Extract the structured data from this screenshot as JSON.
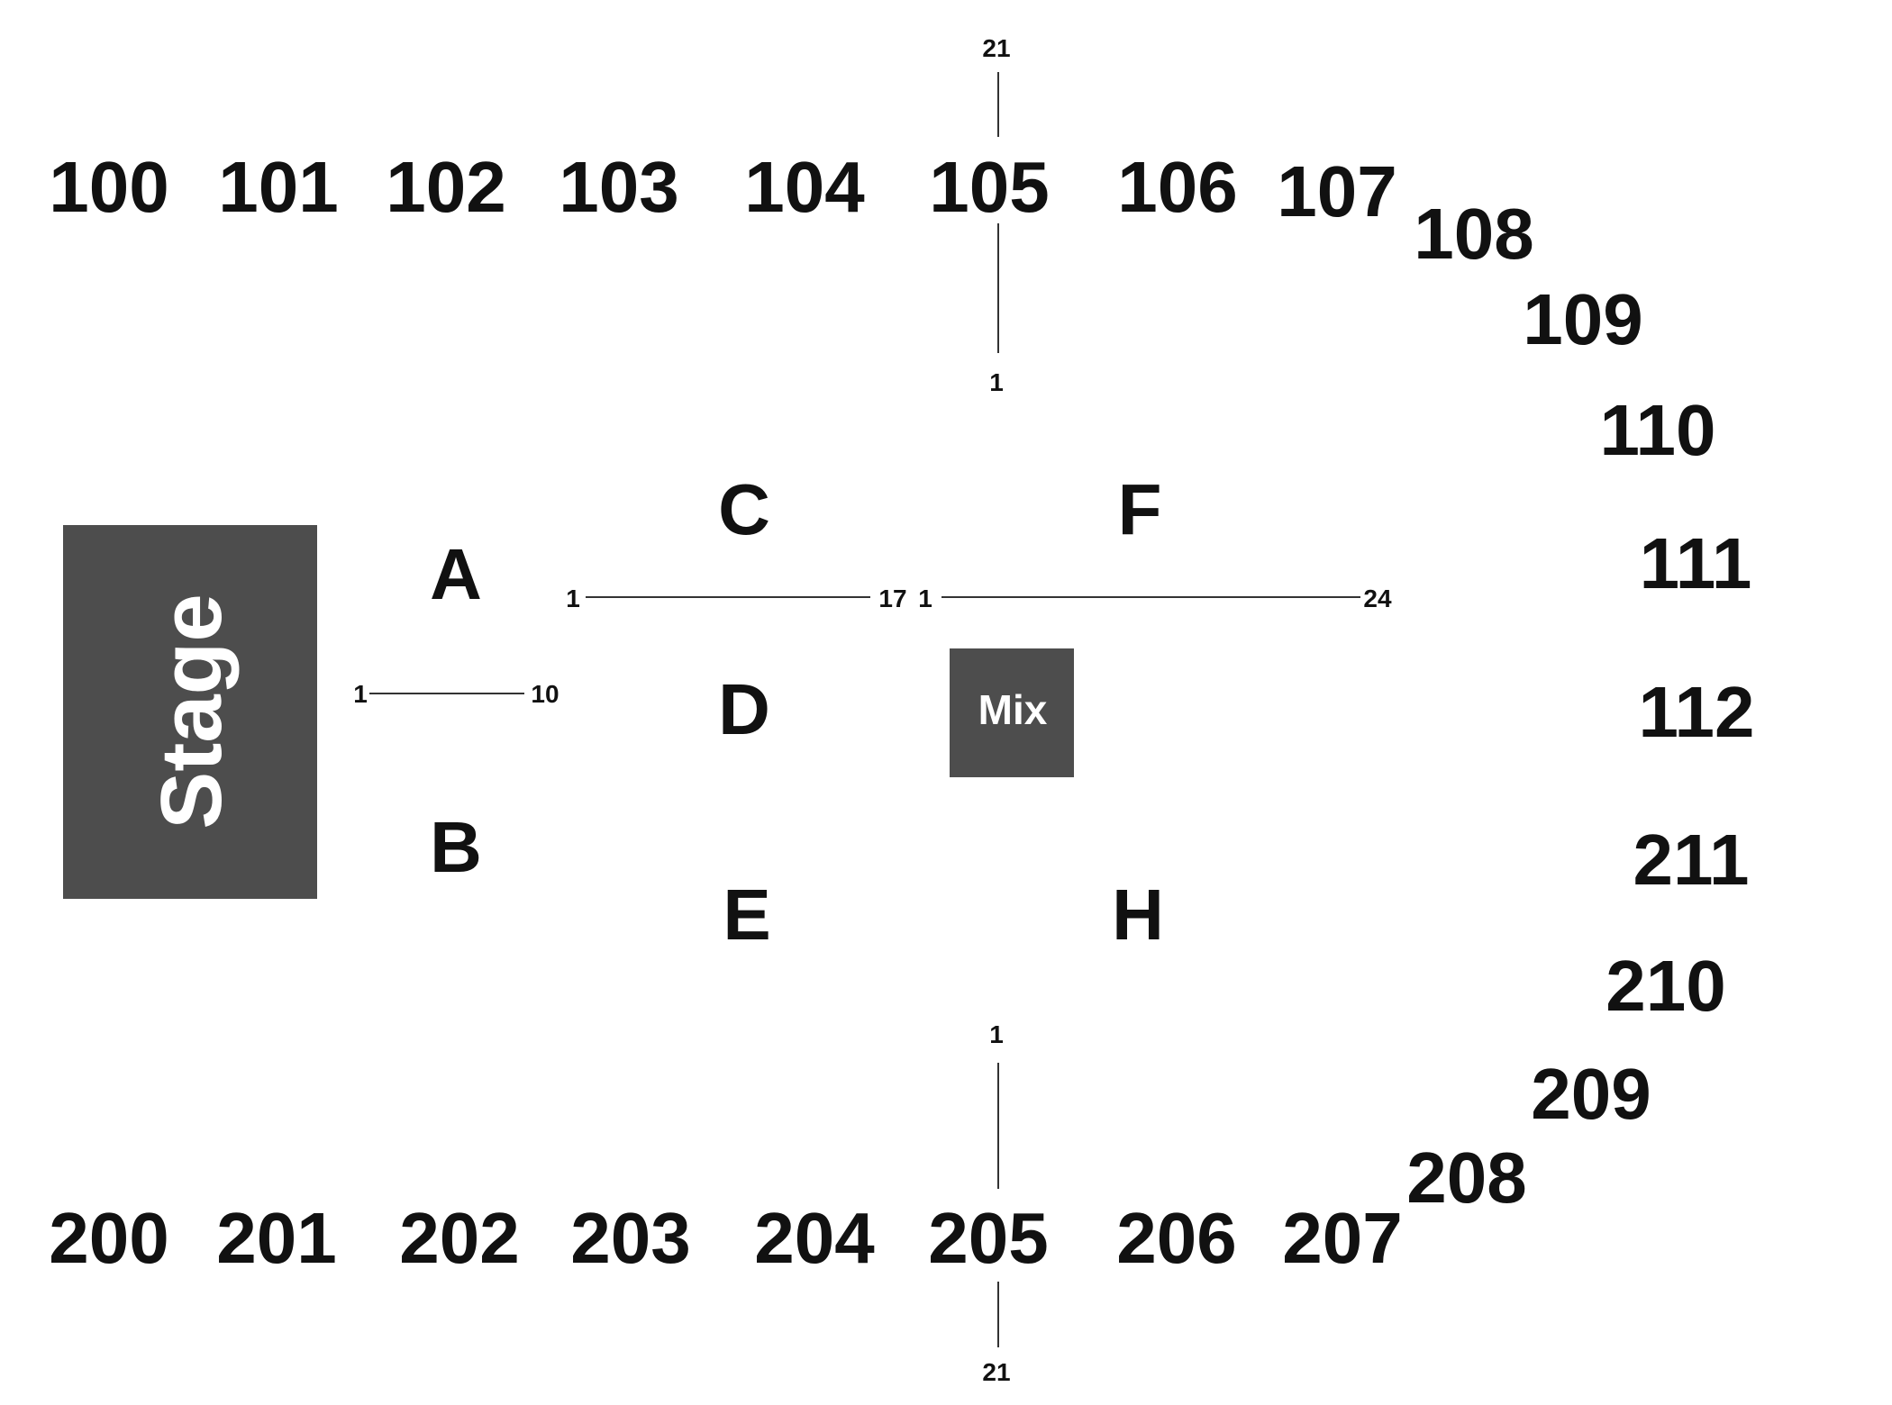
{
  "upper_sections": [
    "100",
    "101",
    "102",
    "103",
    "104",
    "105",
    "106",
    "107",
    "108",
    "109",
    "110",
    "111",
    "112"
  ],
  "lower_sections": [
    "200",
    "201",
    "202",
    "203",
    "204",
    "205",
    "206",
    "207",
    "208",
    "209",
    "210",
    "211"
  ],
  "floor_sections": [
    "A",
    "B",
    "C",
    "D",
    "E",
    "F",
    "H"
  ],
  "stage_label": "Stage",
  "mix_label": "Mix",
  "row_markers": {
    "top_aisle": {
      "start": "1",
      "end": "21"
    },
    "bottom_aisle": {
      "start": "1",
      "end": "21"
    },
    "stage_front": {
      "start": "1",
      "end": "10"
    },
    "center_left": {
      "start": "1",
      "end": "17"
    },
    "center_right": {
      "start": "1",
      "end": "24"
    }
  },
  "colors": {
    "box_fill": "#4d4d4d",
    "box_text": "#ffffff",
    "text": "#111111",
    "line": "#333333"
  }
}
